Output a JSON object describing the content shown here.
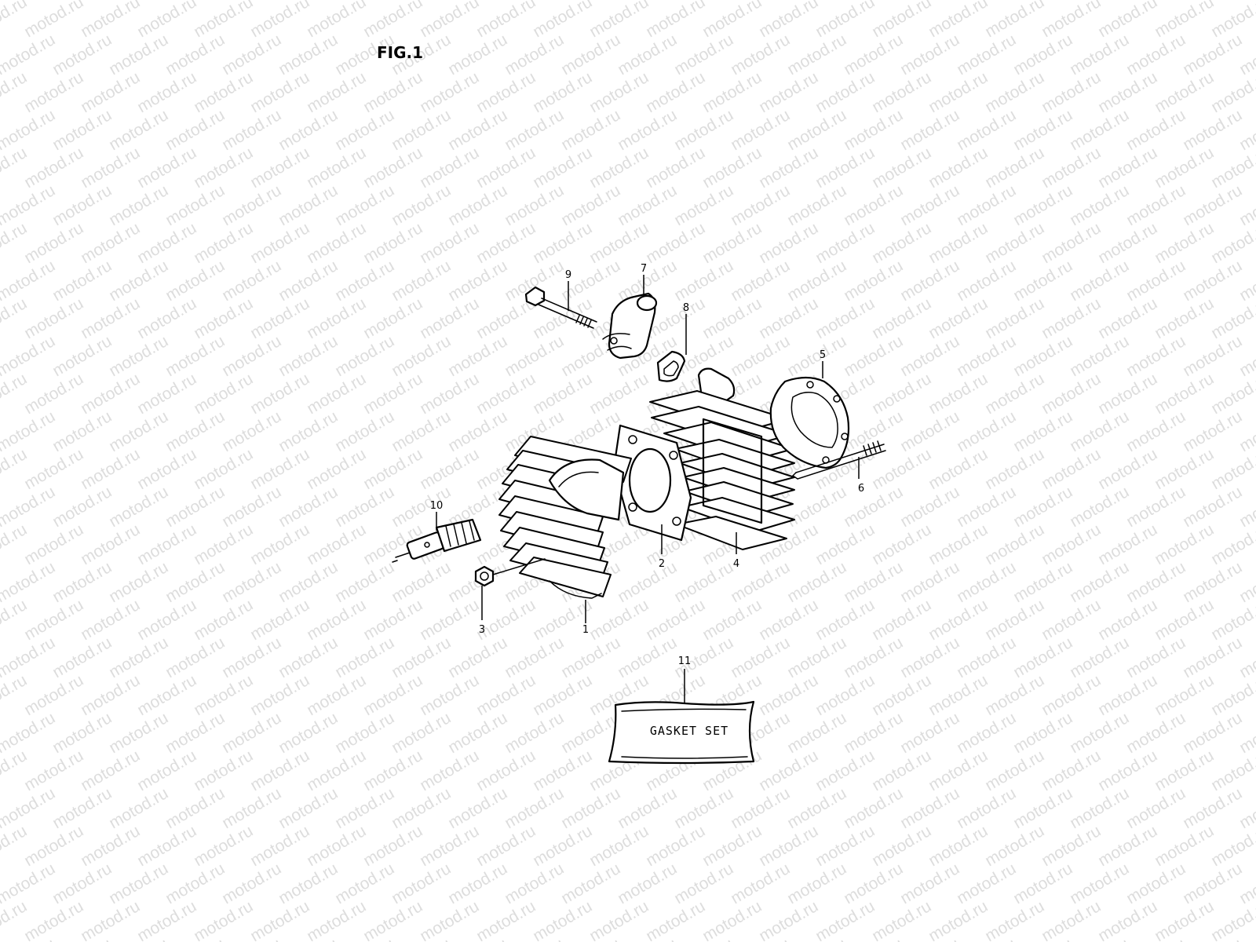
{
  "figure_label": "FIG.1",
  "watermark": "motod.ru",
  "callouts": [
    "1",
    "2",
    "3",
    "4",
    "5",
    "6",
    "7",
    "8",
    "9",
    "10",
    "11"
  ],
  "gasket_set_label": "GASKET SET"
}
